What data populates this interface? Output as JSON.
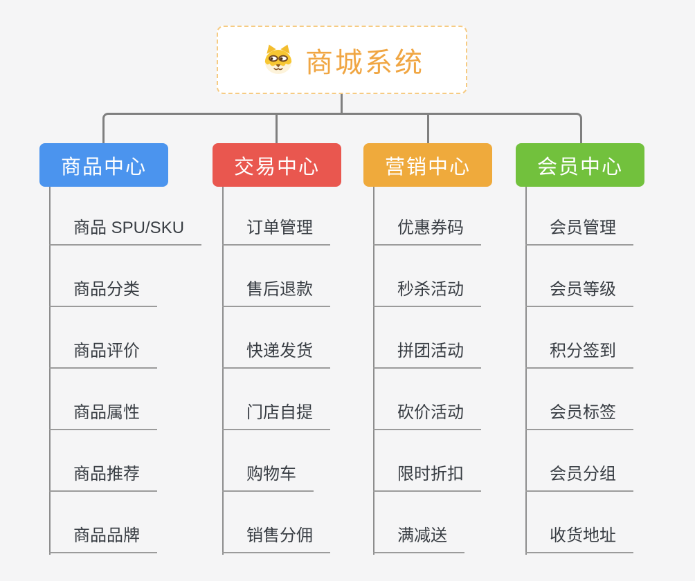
{
  "canvas": {
    "background": "#f5f5f6",
    "connector_color": "#7f7f7f",
    "trunk_color": "#8d8d8d",
    "underline_color": "#9b9b9b",
    "leaf_text_color": "#383d43"
  },
  "root": {
    "title": "商城系统",
    "icon": "shiba-dog-icon",
    "text_color": "#f0a643",
    "border_color": "#f6cb83",
    "background": "#ffffff"
  },
  "branches": [
    {
      "label": "商品中心",
      "color": "#4b94ee",
      "children": [
        "商品 SPU/SKU",
        "商品分类",
        "商品评价",
        "商品属性",
        "商品推荐",
        "商品品牌"
      ]
    },
    {
      "label": "交易中心",
      "color": "#e9574f",
      "children": [
        "订单管理",
        "售后退款",
        "快递发货",
        "门店自提",
        "购物车",
        "销售分佣"
      ]
    },
    {
      "label": "营销中心",
      "color": "#efaa3c",
      "children": [
        "优惠券码",
        "秒杀活动",
        "拼团活动",
        "砍价活动",
        "限时折扣",
        "满减送"
      ]
    },
    {
      "label": "会员中心",
      "color": "#72c13d",
      "children": [
        "会员管理",
        "会员等级",
        "积分签到",
        "会员标签",
        "会员分组",
        "收货地址"
      ]
    }
  ]
}
